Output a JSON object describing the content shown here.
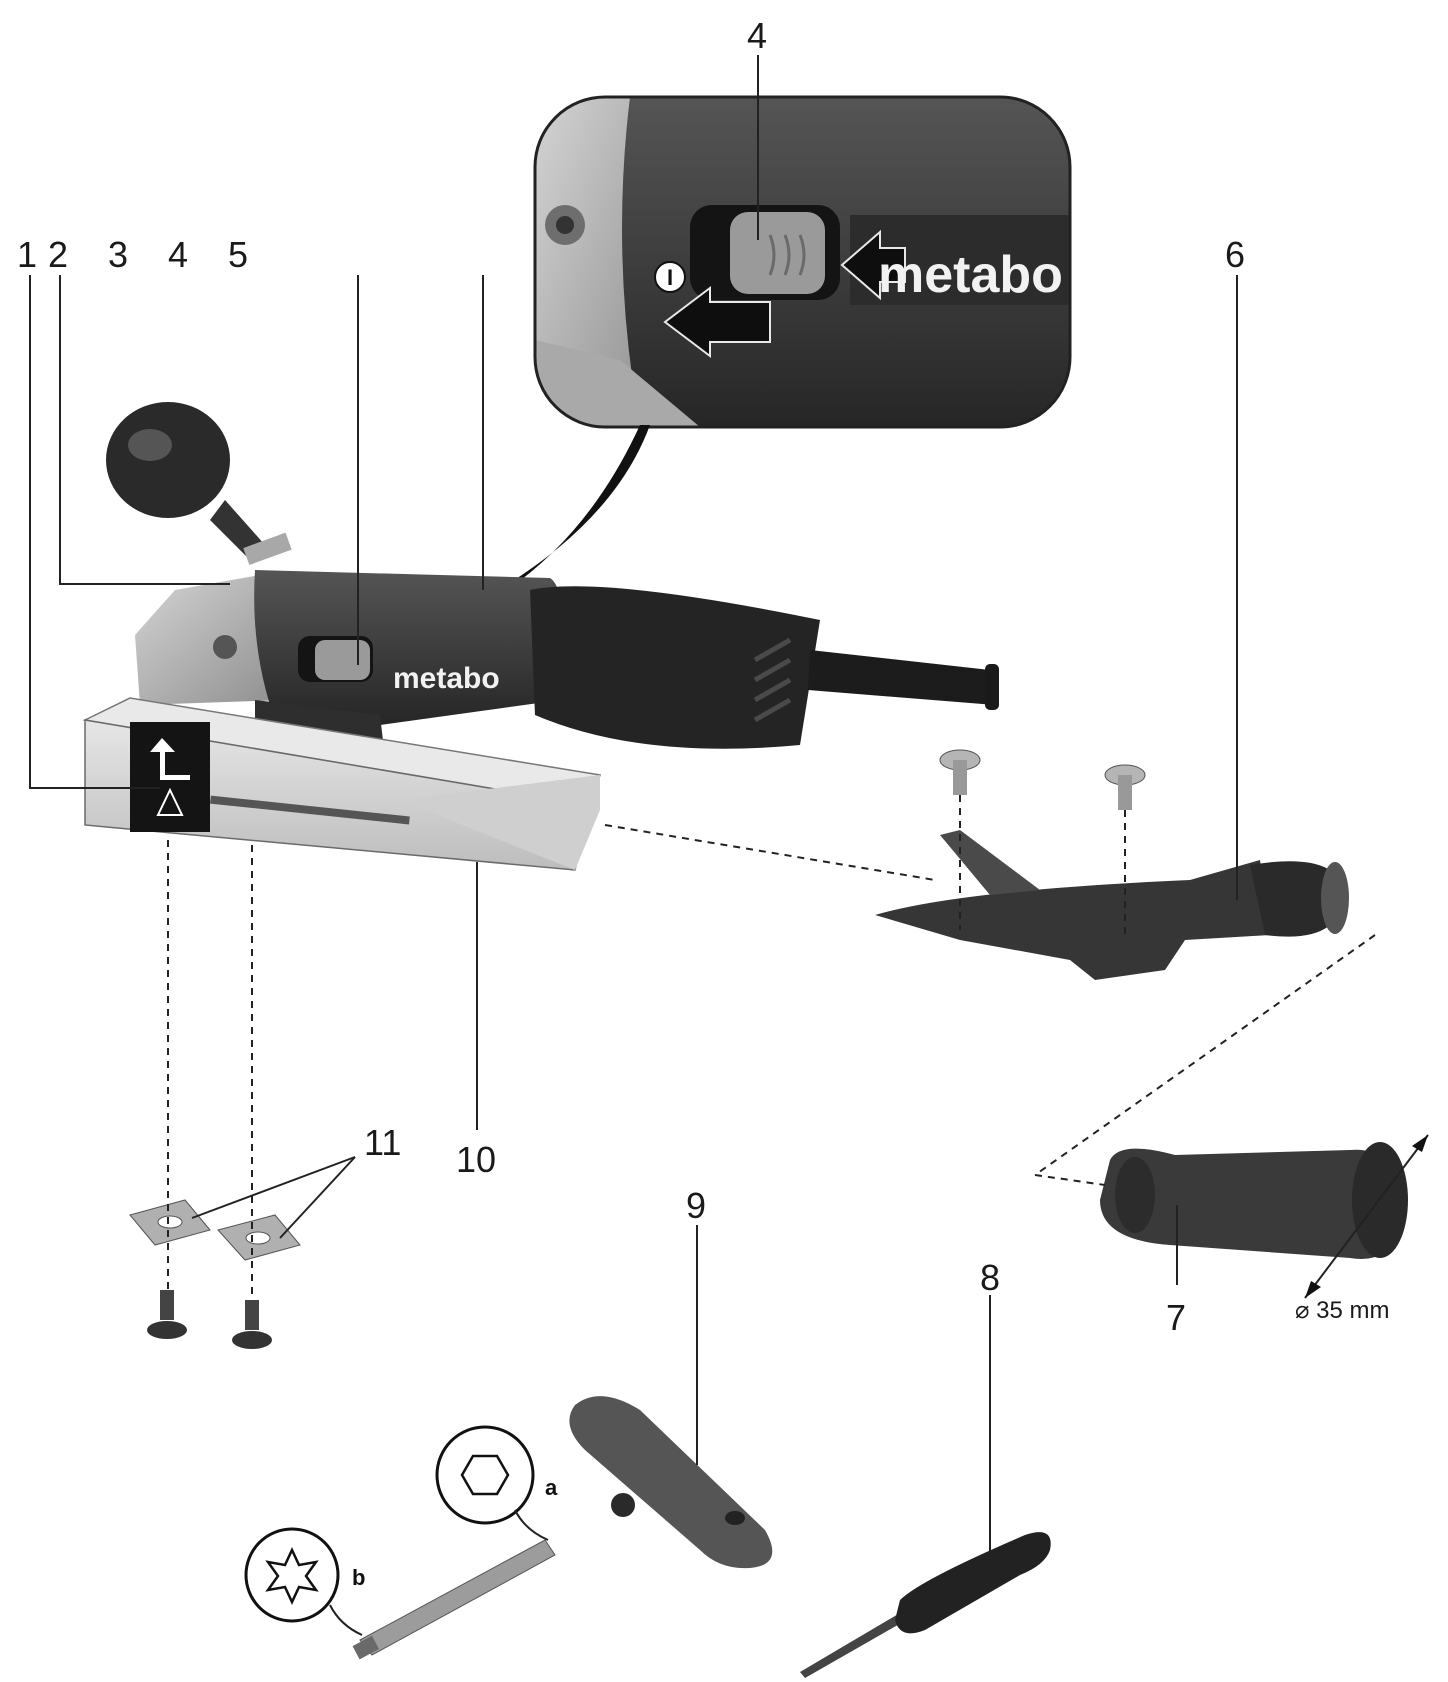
{
  "callouts": {
    "c1": "1",
    "c2": "2",
    "c3": "3",
    "c4": "4",
    "c5": "5",
    "c6": "6",
    "c7": "7",
    "c8": "8",
    "c9": "9",
    "c10": "10",
    "c11": "11",
    "c4_inset": "4"
  },
  "inset": {
    "switch_on_symbol": "I",
    "brand": "metabo"
  },
  "tool": {
    "brand": "metabo"
  },
  "bit_labels": {
    "a": "a",
    "b": "b"
  },
  "dimension": {
    "diameter": "⌀ 35 mm"
  },
  "colors": {
    "body": "#3a3a3a",
    "dark": "#1f1f1f",
    "metal": "#b8b8b8",
    "guide": "#d6d6d6"
  }
}
